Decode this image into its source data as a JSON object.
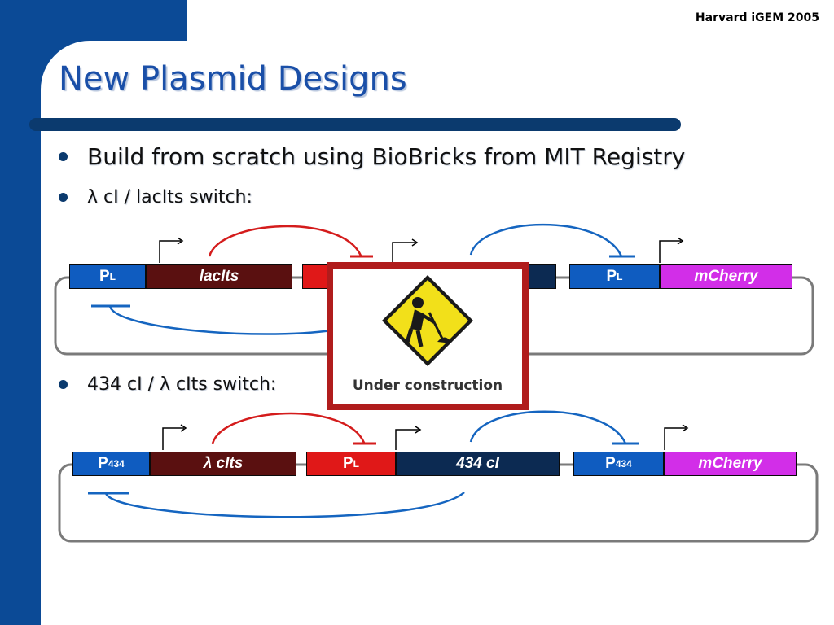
{
  "header": {
    "label": "Harvard iGEM 2005"
  },
  "slide": {
    "title": "New Plasmid Designs"
  },
  "bullets": [
    {
      "text": "Build from scratch using BioBricks from MIT Registry"
    },
    {
      "symbol": "λ",
      "text": " cI / lacIts switch:"
    },
    {
      "prefix": "434 cI / ",
      "symbol": "λ",
      "text": " cIts switch:"
    }
  ],
  "construct1": {
    "parts": [
      {
        "main": "P",
        "sub": "L",
        "color": "#0f5cc0",
        "kind": "promoter"
      },
      {
        "main": "lacIts",
        "color": "#5a1010",
        "kind": "gene"
      },
      {
        "main": "",
        "color": "#e01818",
        "kind": "promoter"
      },
      {
        "main": "",
        "color": "#0c2a52",
        "kind": "gene"
      },
      {
        "main": "P",
        "sub": "L",
        "color": "#0f5cc0",
        "kind": "promoter"
      },
      {
        "main": "mCherry",
        "color": "#d22ee8",
        "kind": "gene"
      }
    ]
  },
  "construct2": {
    "parts": [
      {
        "main": "P",
        "sub": "434",
        "color": "#0f5cc0",
        "kind": "promoter"
      },
      {
        "symbol": "λ",
        "main": " cIts",
        "color": "#5a1010",
        "kind": "gene"
      },
      {
        "main": "P",
        "sub": "L",
        "color": "#e01818",
        "kind": "promoter"
      },
      {
        "main": "434 cI",
        "color": "#0c2a52",
        "kind": "gene"
      },
      {
        "main": "P",
        "sub": "434",
        "color": "#0f5cc0",
        "kind": "promoter"
      },
      {
        "main": "mCherry",
        "color": "#d22ee8",
        "kind": "gene"
      }
    ]
  },
  "construction_sign": {
    "text": "Under construction",
    "icon": "construction-worker-icon",
    "sign_color": "#f2e01a"
  },
  "colors": {
    "repression_red": "#d41c1c",
    "repression_blue": "#1565c0",
    "brand_blue": "#0b4a96"
  }
}
